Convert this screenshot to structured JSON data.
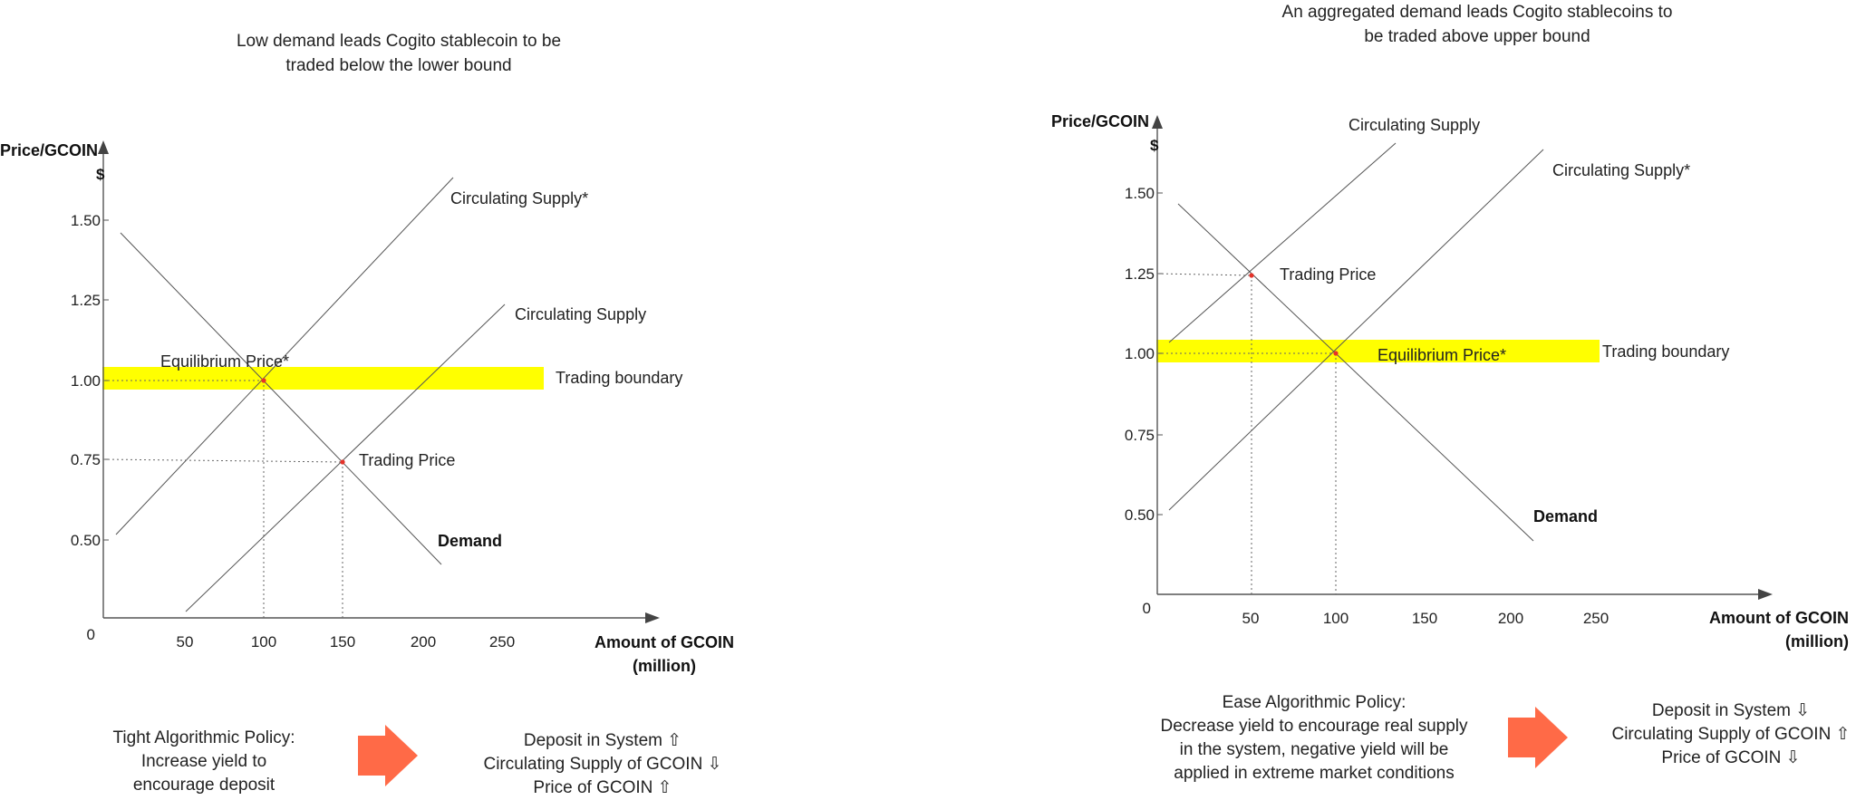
{
  "colors": {
    "highlight": "#ffff00",
    "arrow": "#ff6a47",
    "point": "#e5332a",
    "line": "#555555"
  },
  "panels": [
    {
      "title": "Low demand leads Cogito stablecoin to be\ntraded below the lower bound",
      "y_axis_label": "Price/GCOIN",
      "y_unit": "$",
      "x_axis_label": [
        "Amount of GCOIN",
        "(million)"
      ],
      "origin_label": "0",
      "y_ticks": [
        "1.50",
        "1.25",
        "1.00",
        "0.75",
        "0.50"
      ],
      "x_ticks": [
        "50",
        "100",
        "150",
        "200",
        "250"
      ],
      "labels": {
        "supply_shifted": "Circulating Supply*",
        "supply": "Circulating Supply",
        "demand": "Demand",
        "trading_price": "Trading Price",
        "equilibrium": "Equilibrium Price*",
        "boundary": "Trading boundary"
      },
      "policy_text": "Tight Algorithmic Policy:\nIncrease yield to\nencourage deposit",
      "effects": [
        "Deposit in System ⇧",
        "Circulating Supply of GCOIN ⇩",
        "Price of GCOIN ⇧"
      ]
    },
    {
      "title": "An aggregated demand leads Cogito stablecoins to\nbe traded above upper bound",
      "y_axis_label": "Price/GCOIN",
      "y_unit": "$",
      "x_axis_label": [
        "Amount of GCOIN",
        "(million)"
      ],
      "origin_label": "0",
      "y_ticks": [
        "1.50",
        "1.25",
        "1.00",
        "0.75",
        "0.50"
      ],
      "x_ticks": [
        "50",
        "100",
        "150",
        "200",
        "250"
      ],
      "labels": {
        "supply": "Circulating Supply",
        "supply_shifted": "Circulating Supply*",
        "trading_price": "Trading Price",
        "equilibrium": "Equilibrium Price*",
        "boundary": "Trading boundary",
        "demand": "Demand"
      },
      "policy_text": "Ease Algorithmic Policy:\nDecrease yield to encourage real supply\nin the system, negative yield will be\napplied in extreme market conditions",
      "effects": [
        "Deposit in System ⇩",
        "Circulating Supply of GCOIN ⇧",
        "Price of GCOIN ⇩"
      ]
    }
  ]
}
